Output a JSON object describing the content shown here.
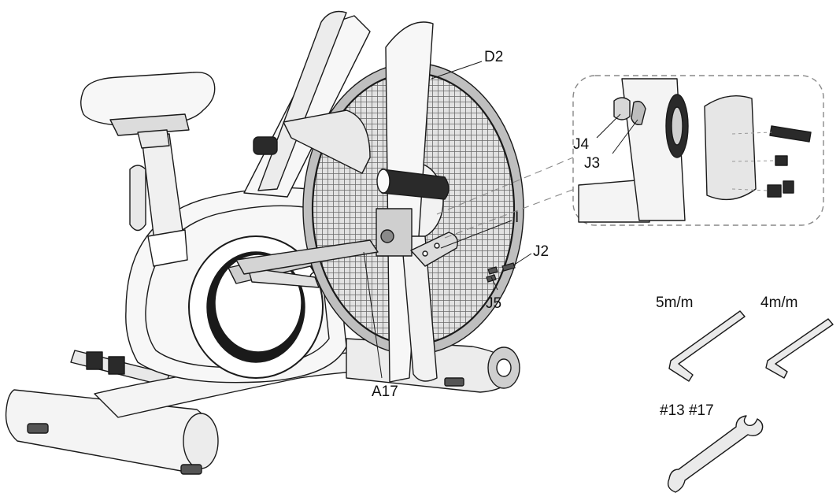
{
  "labels": {
    "fan_wheel": "D2",
    "nut": "J4",
    "washer": "J3",
    "bracket": "I",
    "bolt": "J2",
    "screw": "J5",
    "frame_arm": "A17"
  },
  "tools": {
    "allen_5": "5m/m",
    "allen_4": "4m/m",
    "wrench": "#13 #17"
  },
  "colors": {
    "line": "#1a1a1a",
    "light": "#f4f4f4",
    "mid": "#cfcfcf",
    "dark": "#2a2a2a",
    "dash": "#888888"
  }
}
